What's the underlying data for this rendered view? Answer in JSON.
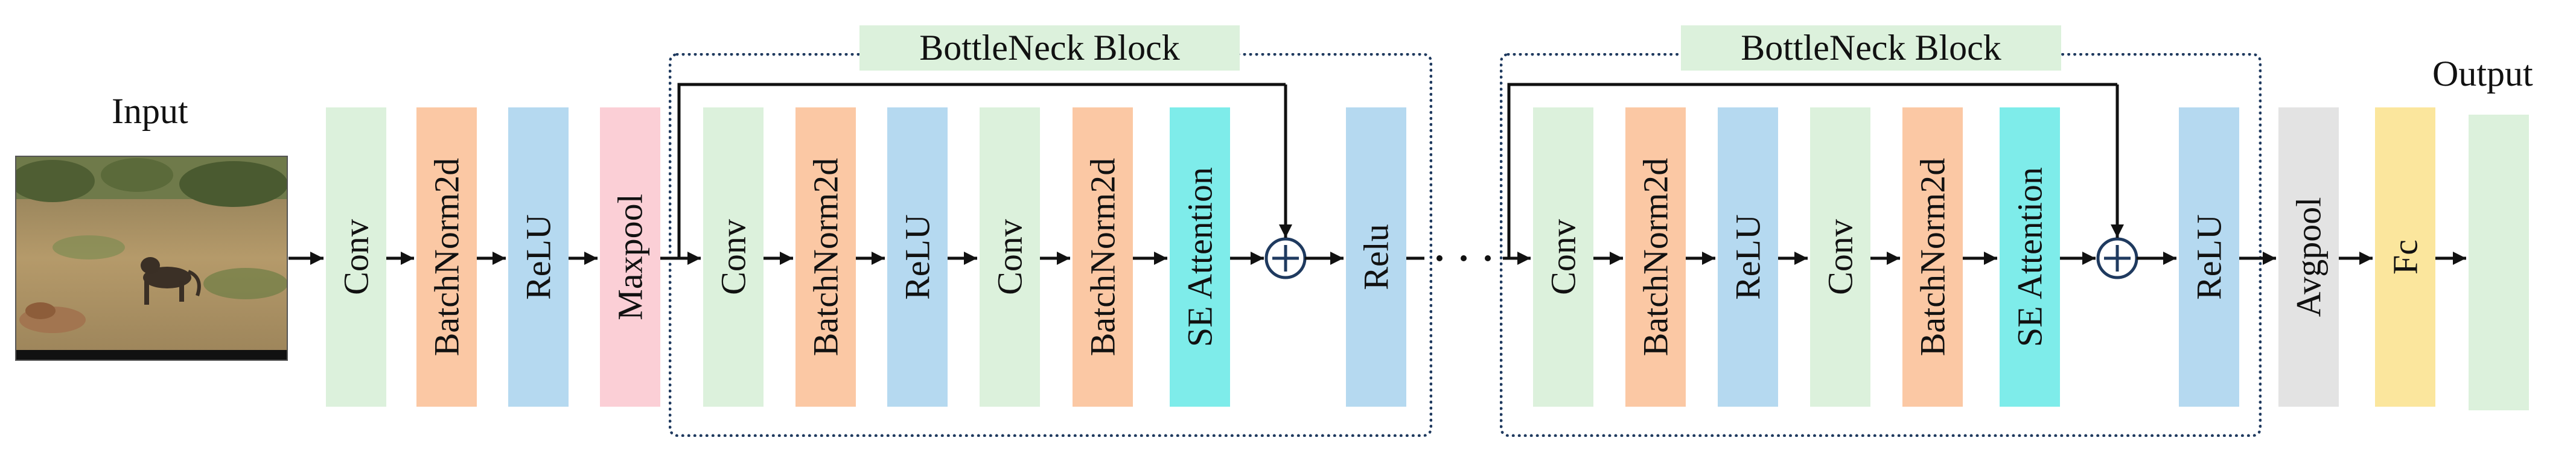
{
  "input_label": "Input",
  "output_label": "Output",
  "colors": {
    "conv": "#dcf1dc",
    "batchnorm": "#fbc8a4",
    "relu": "#b5d9f0",
    "maxpool": "#fbcfd6",
    "se_attention": "#7eecea",
    "avgpool": "#e3e3e3",
    "fc": "#fbe69d",
    "output": "#dcf1dc",
    "block_title_bg": "#dcf1dc",
    "block_border": "#1f3a5f",
    "line": "#111111"
  },
  "stem": [
    {
      "label": "Conv",
      "type": "conv"
    },
    {
      "label": "BatchNorm2d",
      "type": "batchnorm"
    },
    {
      "label": "ReLU",
      "type": "relu"
    },
    {
      "label": "Maxpool",
      "type": "maxpool"
    }
  ],
  "blocks": [
    {
      "title": "BottleNeck Block",
      "layers": [
        {
          "label": "Conv",
          "type": "conv"
        },
        {
          "label": "BatchNorm2d",
          "type": "batchnorm"
        },
        {
          "label": "ReLU",
          "type": "relu"
        },
        {
          "label": "Conv",
          "type": "conv"
        },
        {
          "label": "BatchNorm2d",
          "type": "batchnorm"
        },
        {
          "label": "SE Attention",
          "type": "se_attention"
        }
      ],
      "post": {
        "label": "Relu",
        "type": "relu"
      }
    },
    {
      "title": "BottleNeck Block",
      "layers": [
        {
          "label": "Conv",
          "type": "conv"
        },
        {
          "label": "BatchNorm2d",
          "type": "batchnorm"
        },
        {
          "label": "ReLU",
          "type": "relu"
        },
        {
          "label": "Conv",
          "type": "conv"
        },
        {
          "label": "BatchNorm2d",
          "type": "batchnorm"
        },
        {
          "label": "SE Attention",
          "type": "se_attention"
        }
      ],
      "post": {
        "label": "ReLU",
        "type": "relu"
      }
    }
  ],
  "head": [
    {
      "label": "Avgpool",
      "type": "avgpool"
    },
    {
      "label": "Fc",
      "type": "fc"
    }
  ]
}
